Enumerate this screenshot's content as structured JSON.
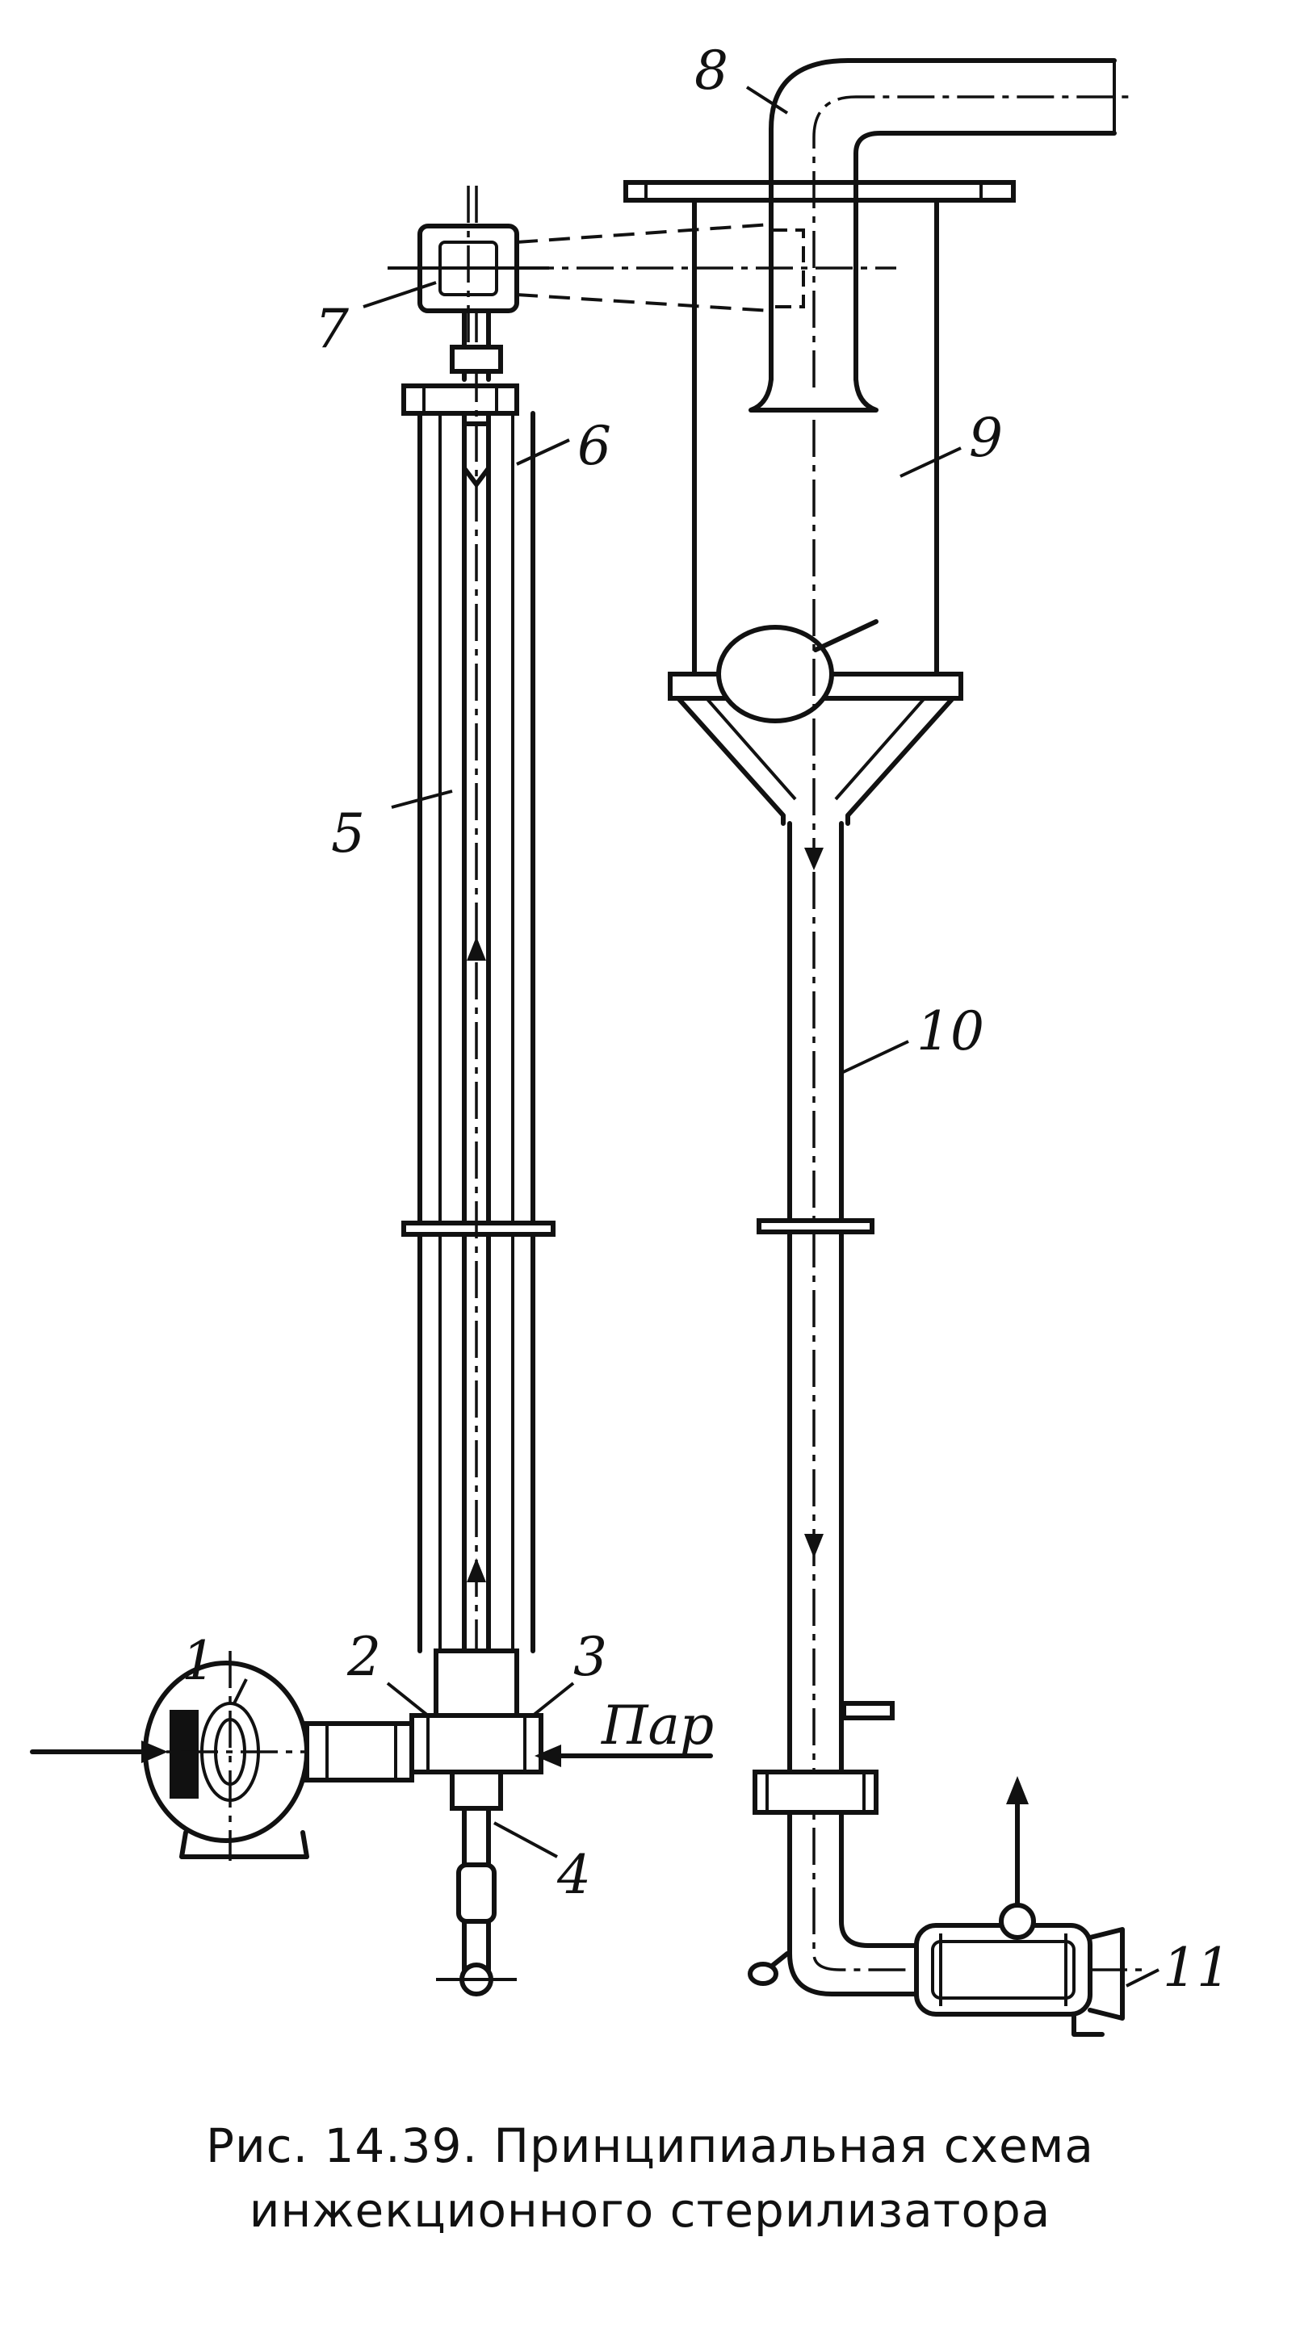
{
  "labels": {
    "n1": "1",
    "n2": "2",
    "n3": "3",
    "n4": "4",
    "n5": "5",
    "n6": "6",
    "n7": "7",
    "n8": "8",
    "n9": "9",
    "n10": "10",
    "n11": "11",
    "steam": "Пар"
  },
  "caption": {
    "line1": "Рис. 14.39. Принципиальная схема",
    "line2": "инжекционного стерилизатора"
  }
}
